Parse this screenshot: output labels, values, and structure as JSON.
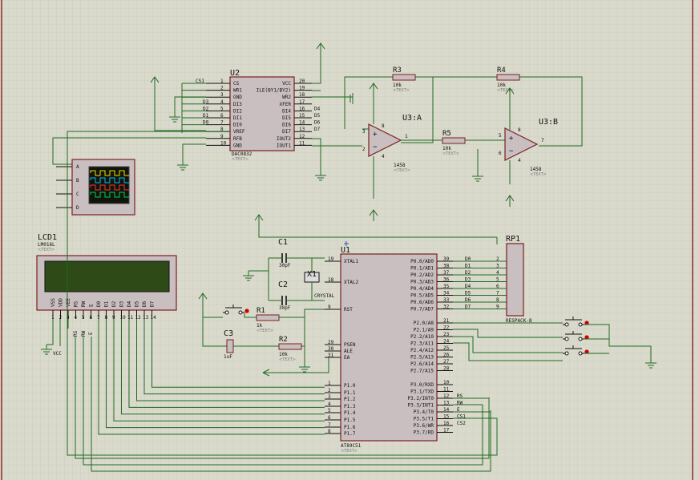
{
  "u2": {
    "ref": "U2",
    "part": "DAC0832",
    "text": "<TEXT>",
    "cs_label": "CS1",
    "left_pins": [
      {
        "n": "1",
        "s": "CS"
      },
      {
        "n": "2",
        "s": "WR1"
      },
      {
        "n": "3",
        "s": "GND"
      },
      {
        "n": "4",
        "s": "DI3"
      },
      {
        "n": "5",
        "s": "DI2"
      },
      {
        "n": "6",
        "s": "DI1"
      },
      {
        "n": "7",
        "s": "DI0"
      },
      {
        "n": "8",
        "s": "VREF"
      },
      {
        "n": "9",
        "s": "RFB"
      },
      {
        "n": "10",
        "s": "GND"
      }
    ],
    "left_nets": [
      "",
      "",
      "",
      "D3",
      "D2",
      "D1",
      "D0",
      "",
      "",
      ""
    ],
    "right_pins": [
      {
        "n": "20",
        "s": "VCC"
      },
      {
        "n": "19",
        "s": "ILE(BY1/BY2)"
      },
      {
        "n": "18",
        "s": "WR2"
      },
      {
        "n": "17",
        "s": "XFER"
      },
      {
        "n": "16",
        "s": "DI4"
      },
      {
        "n": "15",
        "s": "DI5"
      },
      {
        "n": "14",
        "s": "DI6"
      },
      {
        "n": "13",
        "s": "DI7"
      },
      {
        "n": "12",
        "s": "IOUT2"
      },
      {
        "n": "11",
        "s": "IOUT1"
      }
    ],
    "right_nets": [
      "",
      "",
      "",
      "",
      "D4",
      "D5",
      "D6",
      "D7",
      "",
      ""
    ]
  },
  "r3": {
    "ref": "R3",
    "val": "10k",
    "text": "<TEXT>"
  },
  "r4": {
    "ref": "R4",
    "val": "10k",
    "text": "<TEXT>"
  },
  "r5": {
    "ref": "R5",
    "val": "10k",
    "text": "<TEXT>"
  },
  "u3a": {
    "ref": "U3:A",
    "part": "1458",
    "text": "<TEXT>",
    "p_in": "3",
    "n_in": "2",
    "out": "1",
    "vp": "8",
    "vn": "4"
  },
  "u3b": {
    "ref": "U3:B",
    "part": "1458",
    "text": "<TEXT>",
    "p_in": "5",
    "n_in": "6",
    "out": "7",
    "vp": "8",
    "vn": "4"
  },
  "scope": {
    "channels": [
      "A",
      "B",
      "C",
      "D"
    ]
  },
  "lcd1": {
    "ref": "LCD1",
    "part": "LM016L",
    "text": "<TEXT>",
    "pins": [
      "VSS",
      "VDD",
      "VEE",
      "RS",
      "RW",
      "E",
      "D0",
      "D1",
      "D2",
      "D3",
      "D4",
      "D5",
      "D6",
      "D7"
    ],
    "pin_nums": [
      "1",
      "2",
      "3",
      "4",
      "5",
      "6",
      "7",
      "8",
      "9",
      "10",
      "11",
      "12",
      "13",
      "14"
    ],
    "vcc": "VCC",
    "rs": "RS",
    "rw": "RW",
    "e": "E"
  },
  "c1": {
    "ref": "C1",
    "val": "30pF",
    "text": "<TEXT>"
  },
  "c2": {
    "ref": "C2",
    "val": "30pF",
    "text": "<TEXT>"
  },
  "c3": {
    "ref": "C3",
    "val": "1uF",
    "text": "<TEXT>"
  },
  "x1": {
    "ref": "X1",
    "val": "CRYSTAL",
    "text": "<TEXT>"
  },
  "r1": {
    "ref": "R1",
    "val": "1k",
    "text": "<TEXT>"
  },
  "r2": {
    "ref": "R2",
    "val": "10k",
    "text": "<TEXT>"
  },
  "u1": {
    "ref": "U1",
    "part": "AT89C51",
    "text": "<TEXT>",
    "left_pins": [
      {
        "n": "19",
        "s": "XTAL1"
      },
      {
        "n": "18",
        "s": "XTAL2"
      },
      {
        "n": "9",
        "s": "RST"
      },
      {
        "n": "29",
        "s": "PSEN"
      },
      {
        "n": "30",
        "s": "ALE"
      },
      {
        "n": "31",
        "s": "EA"
      },
      {
        "n": "1",
        "s": "P1.0"
      },
      {
        "n": "2",
        "s": "P1.1"
      },
      {
        "n": "3",
        "s": "P1.2"
      },
      {
        "n": "4",
        "s": "P1.3"
      },
      {
        "n": "5",
        "s": "P1.4"
      },
      {
        "n": "6",
        "s": "P1.5"
      },
      {
        "n": "7",
        "s": "P1.6"
      },
      {
        "n": "8",
        "s": "P1.7"
      }
    ],
    "p0": [
      {
        "n": "39",
        "s": "P0.0/AD0",
        "net": "D0"
      },
      {
        "n": "38",
        "s": "P0.1/AD1",
        "net": "D1"
      },
      {
        "n": "37",
        "s": "P0.2/AD2",
        "net": "D2"
      },
      {
        "n": "36",
        "s": "P0.3/AD3",
        "net": "D3"
      },
      {
        "n": "35",
        "s": "P0.4/AD4",
        "net": "D4"
      },
      {
        "n": "34",
        "s": "P0.5/AD5",
        "net": "D5"
      },
      {
        "n": "33",
        "s": "P0.6/AD6",
        "net": "D6"
      },
      {
        "n": "32",
        "s": "P0.7/AD7",
        "net": "D7"
      }
    ],
    "p2": [
      {
        "n": "21",
        "s": "P2.0/A8"
      },
      {
        "n": "22",
        "s": "P2.1/A9"
      },
      {
        "n": "23",
        "s": "P2.2/A10"
      },
      {
        "n": "24",
        "s": "P2.3/A11"
      },
      {
        "n": "25",
        "s": "P2.4/A12"
      },
      {
        "n": "26",
        "s": "P2.5/A13"
      },
      {
        "n": "27",
        "s": "P2.6/A14"
      },
      {
        "n": "28",
        "s": "P2.7/A15"
      }
    ],
    "p3": [
      {
        "n": "10",
        "s": "P3.0/RXD",
        "net": ""
      },
      {
        "n": "11",
        "s": "P3.1/TXD",
        "net": ""
      },
      {
        "n": "12",
        "s": "P3.2/INT0",
        "net": "RS"
      },
      {
        "n": "13",
        "s": "P3.3/INT1",
        "net": "RW"
      },
      {
        "n": "14",
        "s": "P3.4/T0",
        "net": "E"
      },
      {
        "n": "15",
        "s": "P3.5/T1",
        "net": "CS1"
      },
      {
        "n": "16",
        "s": "P3.6/WR",
        "net": "CS2"
      },
      {
        "n": "17",
        "s": "P3.7/RD",
        "net": ""
      }
    ]
  },
  "rp1": {
    "ref": "RP1",
    "part": "RESPACK-8",
    "pin_nums": [
      "2",
      "3",
      "4",
      "5",
      "6",
      "7",
      "8",
      "9"
    ]
  }
}
